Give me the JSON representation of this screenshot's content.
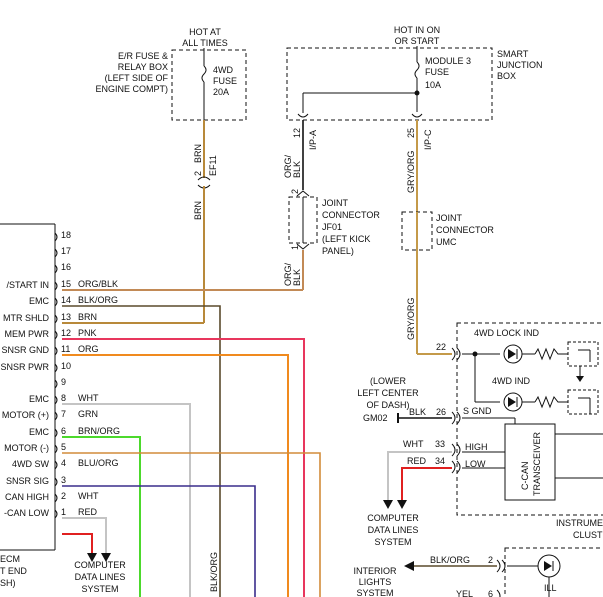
{
  "colors": {
    "brn": "#b8893a",
    "org": "#f08a1e",
    "pnk": "#e8365d",
    "red": "#e02020",
    "grn": "#4cd92c",
    "wht": "#c4c4c4",
    "gry_org": "#c49a4a",
    "blu_org": "#3a2d8c",
    "blk": "#111111",
    "blk_org": "#5a4a2c"
  },
  "top_left": {
    "hot": [
      "HOT AT",
      "ALL TIMES"
    ],
    "box": [
      "E/R FUSE &",
      "RELAY BOX",
      "(LEFT SIDE OF",
      "ENGINE COMPT)"
    ],
    "fuse": [
      "4WD",
      "FUSE",
      "20A"
    ],
    "wire": "BRN",
    "pin": "2",
    "conn": "EF11"
  },
  "top_right": {
    "hot": [
      "HOT IN ON",
      "OR START"
    ],
    "box": [
      "SMART",
      "JUNCTION",
      "BOX"
    ],
    "fuse": [
      "MODULE 3",
      "FUSE",
      "10A"
    ],
    "left_pin": "12",
    "left_conn": "I/P-A",
    "right_pin": "25",
    "right_conn": "I/P-C"
  },
  "joints": {
    "jf01": [
      "JOINT",
      "CONNECTOR",
      "JF01",
      "(LEFT KICK",
      "PANEL)"
    ],
    "umc": [
      "JOINT",
      "CONNECTOR",
      "UMC"
    ],
    "pin2": "2",
    "pin1": "1",
    "wire_orgblk": [
      "ORG/",
      "BLK"
    ],
    "wire_gryorg": "GRY/ORG"
  },
  "ecm": {
    "pins_empty": [
      "18",
      "17",
      "16"
    ],
    "rows": [
      {
        "pin": "15",
        "label": "/START IN",
        "wire": "ORG/BLK"
      },
      {
        "pin": "14",
        "label": "EMC",
        "wire": "BLK/ORG"
      },
      {
        "pin": "13",
        "label": "MTR SHLD",
        "wire": "BRN"
      },
      {
        "pin": "12",
        "label": "MEM PWR",
        "wire": "PNK"
      },
      {
        "pin": "11",
        "label": "SNSR GND",
        "wire": "ORG"
      },
      {
        "pin": "10",
        "label": "SNSR PWR",
        "wire": ""
      },
      {
        "pin": "9",
        "label": "",
        "wire": ""
      },
      {
        "pin": "8",
        "label": "EMC",
        "wire": "WHT"
      },
      {
        "pin": "7",
        "label": "MOTOR (+)",
        "wire": "GRN"
      },
      {
        "pin": "6",
        "label": "EMC",
        "wire": "BRN/ORG"
      },
      {
        "pin": "5",
        "label": "MOTOR (-)",
        "wire": ""
      },
      {
        "pin": "4",
        "label": "4WD SW",
        "wire": "BLU/ORG"
      },
      {
        "pin": "3",
        "label": "SNSR SIG",
        "wire": ""
      },
      {
        "pin": "2",
        "label": "CAN HIGH",
        "wire": "WHT"
      },
      {
        "pin": "1",
        "label": "-CAN LOW",
        "wire": "RED"
      }
    ],
    "bottom": [
      "ECM",
      "T END",
      "SH)"
    ],
    "data_lines": [
      "COMPUTER",
      "DATA LINES",
      "SYSTEM"
    ],
    "vertical_wire": "BLK/ORG"
  },
  "cluster": {
    "lock_ind": "4WD LOCK IND",
    "ind": "4WD IND",
    "pin22": "22",
    "wire_gryorg": "GRY/ORG",
    "ground_loc": [
      "(LOWER",
      "LEFT CENTER",
      "OF DASH)"
    ],
    "ground": "GM02",
    "gnd_wire": "BLK",
    "gnd_pin": "26",
    "gnd_label": "S GND",
    "high_wire": "WHT",
    "high_pin": "33",
    "high": "HIGH",
    "low_wire": "RED",
    "low_pin": "34",
    "low": "LOW",
    "can": [
      "C-CAN",
      "TRANSCEIVER"
    ],
    "instrument": [
      "INSTRUME",
      "CLUST"
    ],
    "data_lines": [
      "COMPUTER",
      "DATA LINES",
      "SYSTEM"
    ]
  },
  "bottom_right": {
    "interior": [
      "INTERIOR",
      "LIGHTS",
      "SYSTEM"
    ],
    "blkorg": "BLK/ORG",
    "pin2": "2",
    "yel": "YEL",
    "pin6": "6",
    "ill": "ILL"
  }
}
